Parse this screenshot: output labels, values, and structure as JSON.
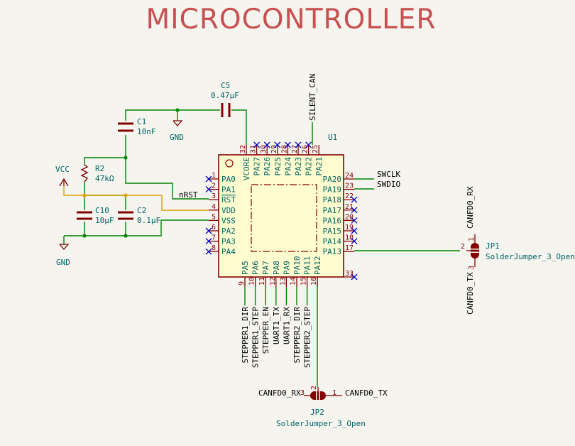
{
  "title": "MICROCONTROLLER",
  "colors": {
    "background": "#f5f4ef",
    "component": "#840000",
    "component_fill": "#fffdd0",
    "wire": "#008400",
    "label": "#000000",
    "ref": "#006464",
    "no_connect": "#0000c0",
    "power": "#840000",
    "vcc_wire": "#e0a000"
  },
  "components": {
    "u1": {
      "ref": "U1",
      "left_pins": [
        {
          "num": "1",
          "name": "PA0"
        },
        {
          "num": "2",
          "name": "PA1"
        },
        {
          "num": "3",
          "name": "RST"
        },
        {
          "num": "4",
          "name": "VDD"
        },
        {
          "num": "5",
          "name": "VSS"
        },
        {
          "num": "6",
          "name": "PA2"
        },
        {
          "num": "7",
          "name": "PA3"
        },
        {
          "num": "8",
          "name": "PA4"
        }
      ],
      "right_pins": [
        {
          "num": "24",
          "name": "PA20"
        },
        {
          "num": "23",
          "name": "PA19"
        },
        {
          "num": "22",
          "name": "PA18"
        },
        {
          "num": "21",
          "name": "PA17"
        },
        {
          "num": "20",
          "name": "PA16"
        },
        {
          "num": "19",
          "name": "PA15"
        },
        {
          "num": "18",
          "name": "PA14"
        },
        {
          "num": "17",
          "name": "PA13"
        }
      ],
      "top_pins": [
        {
          "num": "32",
          "name": "VCORE"
        },
        {
          "num": "31",
          "name": "PA27"
        },
        {
          "num": "30",
          "name": "PA26"
        },
        {
          "num": "29",
          "name": "PA25"
        },
        {
          "num": "28",
          "name": "PA24"
        },
        {
          "num": "27",
          "name": "PA23"
        },
        {
          "num": "26",
          "name": "PA22"
        },
        {
          "num": "25",
          "name": "PA21"
        }
      ],
      "bottom_pins": [
        {
          "num": "9",
          "name": "PA5"
        },
        {
          "num": "10",
          "name": "PA6"
        },
        {
          "num": "11",
          "name": "PA7"
        },
        {
          "num": "12",
          "name": "PA8"
        },
        {
          "num": "13",
          "name": "PA9"
        },
        {
          "num": "14",
          "name": "PA10"
        },
        {
          "num": "15",
          "name": "PA11"
        },
        {
          "num": "16",
          "name": "PA12"
        }
      ],
      "extra_pin": "33"
    },
    "c1": {
      "ref": "C1",
      "value": "10nF"
    },
    "c2": {
      "ref": "C2",
      "value": "0.1µF"
    },
    "c5": {
      "ref": "C5",
      "value": "0.47µF"
    },
    "c10": {
      "ref": "C10",
      "value": "10µF"
    },
    "r2": {
      "ref": "R2",
      "value": "47kΩ"
    },
    "jp1": {
      "ref": "JP1",
      "value": "SolderJumper_3_Open",
      "pins": [
        "1",
        "2",
        "3"
      ]
    },
    "jp2": {
      "ref": "JP2",
      "value": "SolderJumper_3_Open",
      "pins": [
        "3",
        "2",
        "1"
      ]
    }
  },
  "power": {
    "vcc": "VCC",
    "gnd_top": "GND",
    "gnd_left": "GND"
  },
  "nets": {
    "nrst": "nRST",
    "silent_can": "SILENT_CAN",
    "swclk": "SWCLK",
    "swdio": "SWDIO",
    "jp1_top": "CANFD0_RX",
    "jp1_bottom": "CANFD0_TX",
    "jp2_left": "CANFD0_RX",
    "jp2_right": "CANFD0_TX",
    "bottom": [
      "STEPPER1_DIR",
      "STEPPER1_STEP",
      "STEPPER_EN",
      "UART1_TX",
      "UART1_RX",
      "STEPPER2_DIR",
      "STEPPER2_STEP"
    ]
  }
}
